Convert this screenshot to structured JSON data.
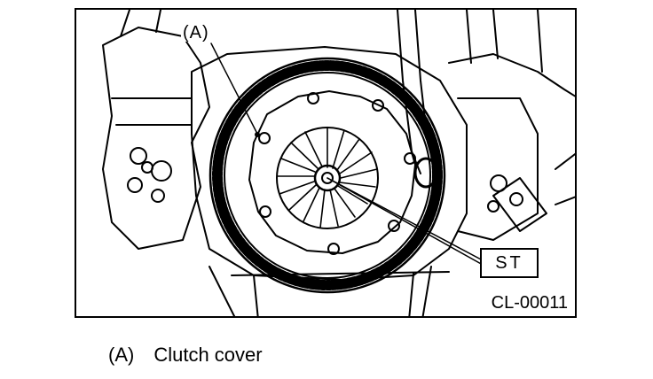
{
  "figure": {
    "callouts": {
      "a": "(A)",
      "st": "ST"
    },
    "figure_code": "CL-00011"
  },
  "legend": [
    {
      "key": "(A)",
      "text": "Clutch cover"
    }
  ]
}
